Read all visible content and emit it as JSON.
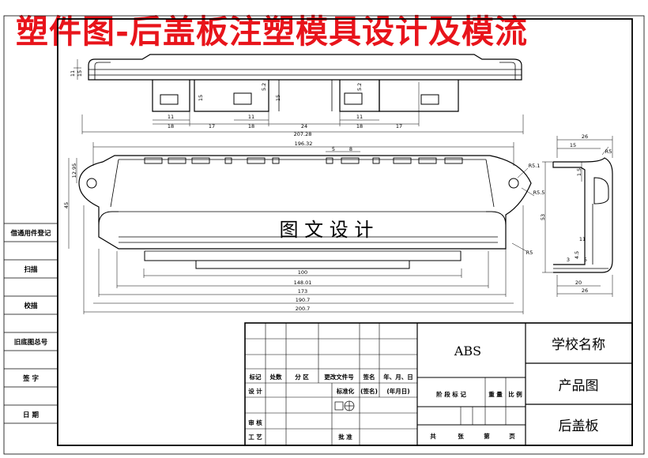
{
  "title": "塑件图-后盖板注塑模具设计及模流",
  "watermark": "图 文 设 计",
  "left_column": [
    "借通用件登记",
    "扫描",
    "校描",
    "旧底图总号",
    "签 字",
    "日 期"
  ],
  "dims": {
    "top_heights": [
      "11",
      "15"
    ],
    "top_slot_heights": [
      "15",
      "5.2",
      "15",
      "5.2"
    ],
    "top_widths": [
      "11",
      "18",
      "17",
      "11",
      "18",
      "24",
      "11",
      "18",
      "17"
    ],
    "top_total": "207.28",
    "plan_top": [
      "196.32",
      "5",
      "8"
    ],
    "plan_left": [
      "12.95",
      "45"
    ],
    "plan_radius": [
      "R5.1",
      "R5.5",
      "R5"
    ],
    "plan_bottom": [
      "100",
      "148.01",
      "173",
      "190.7",
      "200.7"
    ],
    "side_top": [
      "26",
      "15",
      "R5"
    ],
    "side_left": [
      "1.5",
      "53",
      "11"
    ],
    "side_small": [
      "3",
      "4.5",
      "5"
    ],
    "side_bottom": [
      "20",
      "26"
    ]
  },
  "title_block": {
    "material": "ABS",
    "school": "学校名称",
    "drawing_type": "产品图",
    "part_name": "后盖板",
    "header_row": [
      "标记",
      "处数",
      "分 区",
      "更改文件号",
      "签名",
      "年、月、日"
    ],
    "row_design": [
      "设 计",
      "标准化",
      "(签名)",
      "(年月日)"
    ],
    "stage_row": [
      "阶 段 标 记",
      "重 量",
      "比 例"
    ],
    "row_review": "审 核",
    "row_process": "工 艺",
    "approve": "批 准",
    "sheets": [
      "共",
      "张",
      "第",
      "页"
    ]
  }
}
